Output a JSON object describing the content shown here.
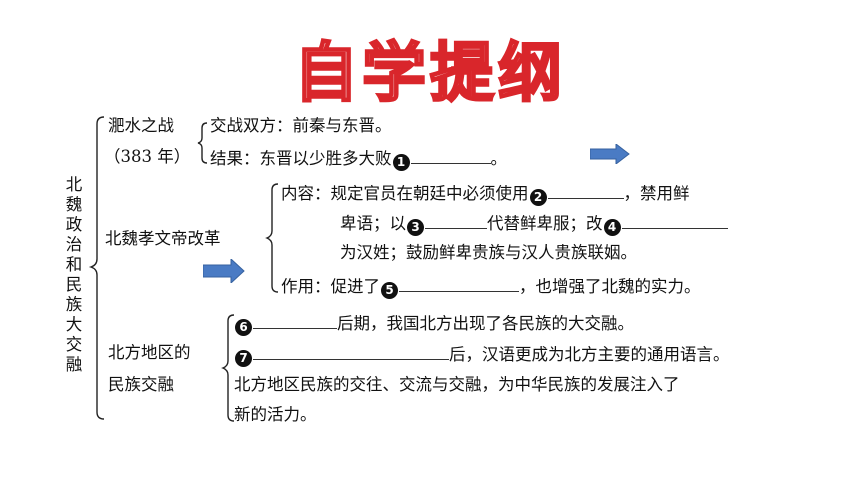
{
  "title": "自学提纲",
  "topic": "北魏政治和民族大交融",
  "battle": {
    "name": "淝水之战",
    "year": "（383 年）",
    "sides_label": "交战双方：",
    "sides_value": "前秦与东晋。",
    "result_label": "结果：",
    "result_value": "东晋以少胜多大败",
    "blank1_num": "1",
    "result_end": "。"
  },
  "reform": {
    "name": "北魏孝文帝改革",
    "content_label": "内容：",
    "content_text": "规定官员在朝廷中必须使用",
    "blank2_num": "2",
    "content_after2": "，禁用鲜",
    "line2_a": "卑语；以",
    "blank3_num": "3",
    "line2_b": "代替鲜卑服；改",
    "blank4_num": "4",
    "line3": "为汉姓；鼓励鲜卑贵族与汉人贵族联姻。",
    "effect_label": "作用：",
    "effect_a": "促进了",
    "blank5_num": "5",
    "effect_b": "，也增强了北魏的实力。"
  },
  "fusion": {
    "name_line1": "北方地区的",
    "name_line2": "民族交融",
    "blank6_num": "6",
    "line1": "后期，我国北方出现了各民族的大交融。",
    "blank7_num": "7",
    "line2": "后，汉语更成为北方主要的通用语言。",
    "line3": "北方地区民族的交往、交流与交融，为中华民族的发展注入了",
    "line4": "新的活力。"
  },
  "colors": {
    "title_fill": "#fbe3e3",
    "title_stroke": "#d9262b",
    "arrow": "#4a7bc4"
  },
  "icons": [
    "right-arrow-icon",
    "right-arrow-icon"
  ]
}
